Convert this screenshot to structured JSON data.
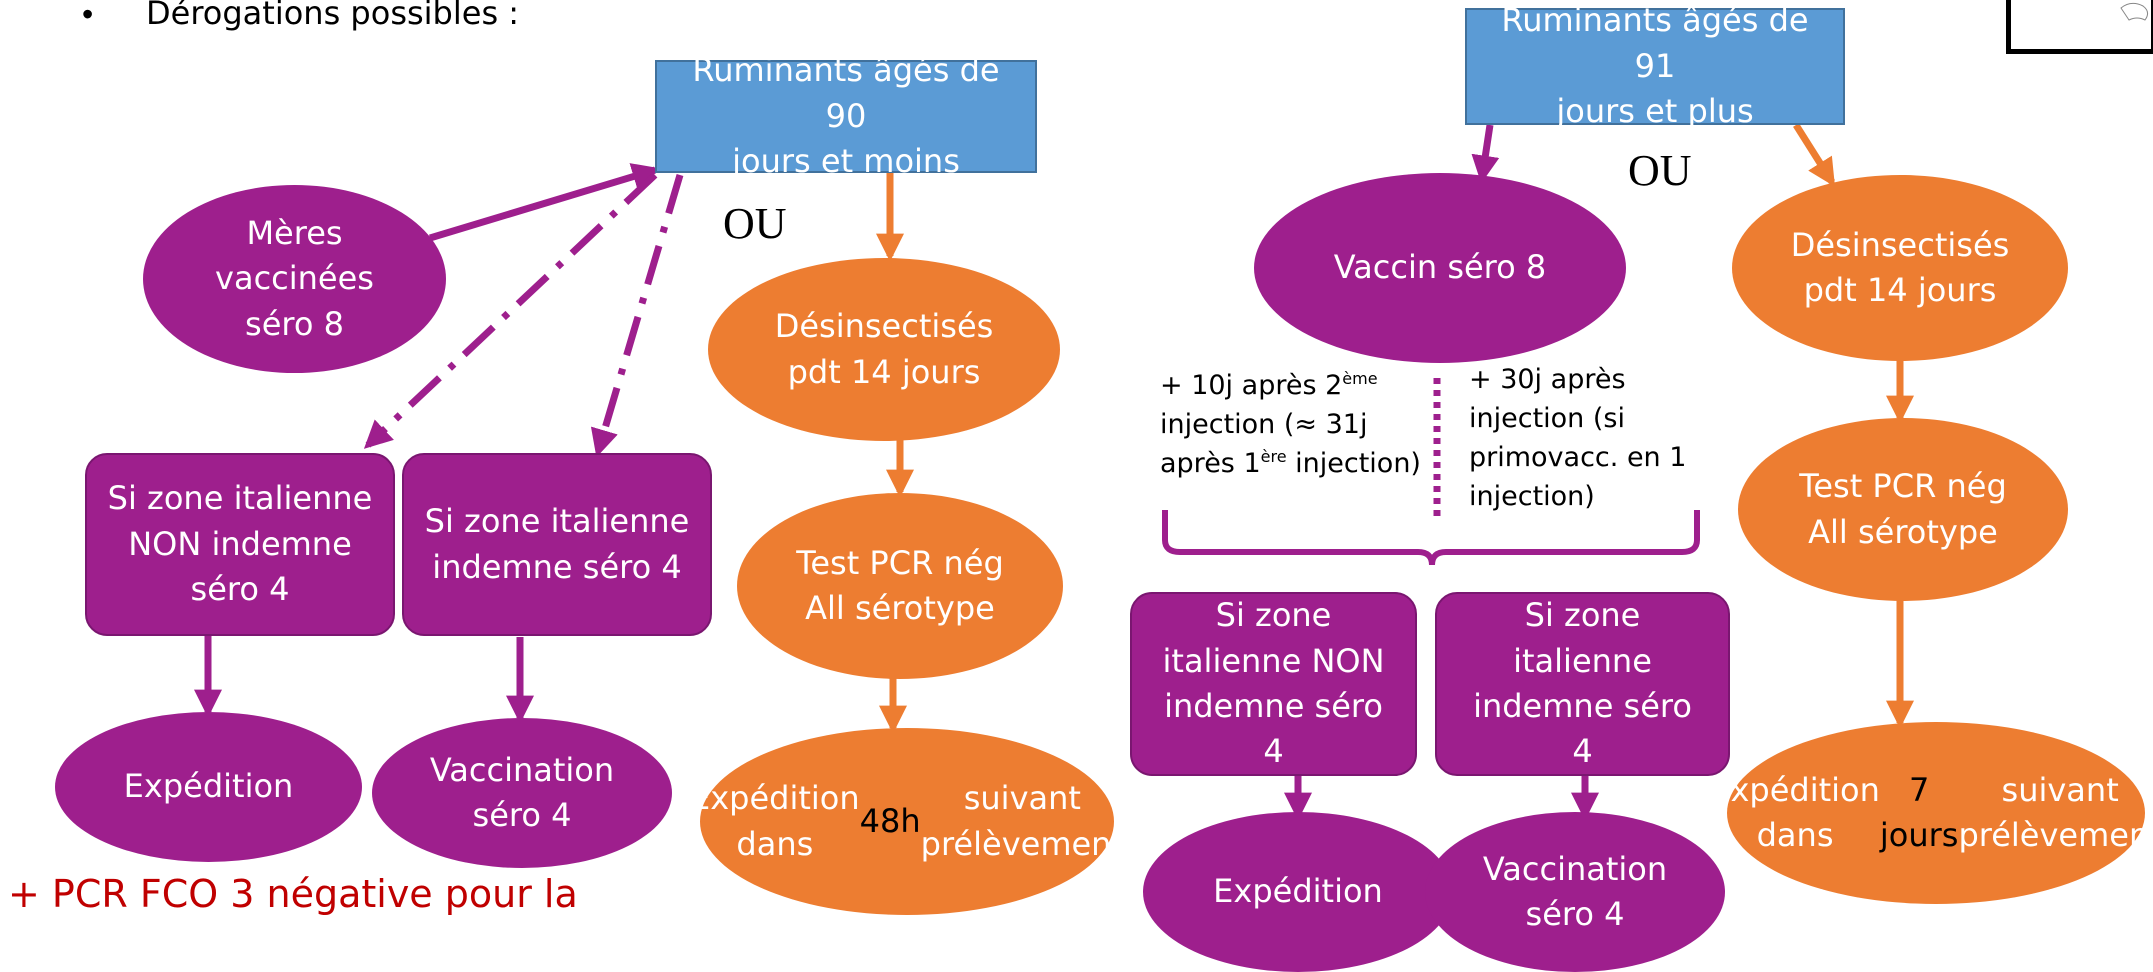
{
  "header": {
    "bullet": "•",
    "text": "Dérogations possibles :"
  },
  "left": {
    "root": "Ruminants âgés de 90\njours et moins",
    "ou": "OU",
    "meres": "Mères\nvaccinées\nséro 8",
    "zone_non": "Si zone italienne\nNON indemne\nséro 4",
    "zone_indemne": "Si zone italienne\nindemne séro 4",
    "expedition": "Expédition",
    "vaccination": "Vaccination\nséro 4",
    "desinsect": "Désinsectisés\npdt 14 jours",
    "pcr": "Test PCR nég\nAll sérotype",
    "exp_pre": "Expédition dans",
    "exp_hl": "48h",
    "exp_post": " suivant\nprélèvement"
  },
  "right": {
    "root": "Ruminants âgés de 91\njours et plus",
    "ou": "OU",
    "vaccin": "Vaccin séro 8",
    "note1_a": "+ 10j après 2",
    "note1_sup": "ème",
    "note1_b": "injection (≈ 31j",
    "note1_c": "après 1",
    "note1_sup2": "ère",
    "note1_d": " injection)",
    "note2": "+ 30j après\ninjection (si\nprimovacc. en 1\ninjection)",
    "zone_non": "Si zone\nitalienne NON\nindemne séro\n4",
    "zone_indemne": "Si zone\nitalienne\nindemne séro\n4",
    "expedition": "Expédition",
    "vaccination": "Vaccination\nséro 4",
    "desinsect": "Désinsectisés\npdt 14 jours",
    "pcr": "Test PCR nég\nAll sérotype",
    "exp_pre": "Expédition dans",
    "exp_hl": "7 jours",
    "exp_post": " suivant\nprélèvement"
  },
  "footer": {
    "text": "+ PCR FCO 3 négative pour la"
  },
  "colors": {
    "blue": "#5b9bd5",
    "purple": "#9e1f8d",
    "orange": "#ed7d31",
    "red": "#c00000"
  }
}
